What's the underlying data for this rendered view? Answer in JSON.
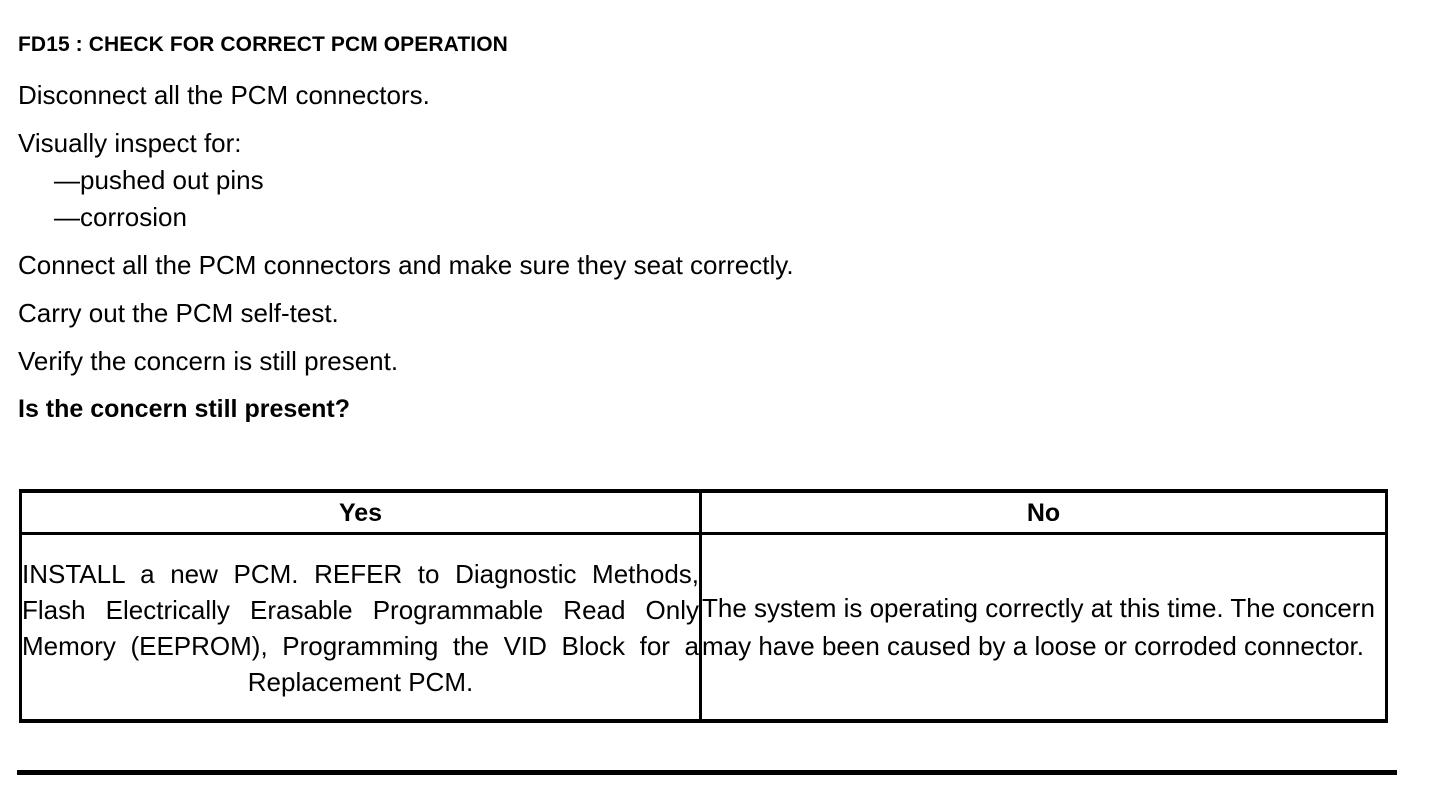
{
  "step": {
    "title": "FD15 : CHECK FOR CORRECT PCM OPERATION"
  },
  "instructions": [
    {
      "text": "Disconnect all the PCM connectors.",
      "style": "normal"
    },
    {
      "text": "Visually inspect for:",
      "style": "normal-tight"
    },
    {
      "text": "—pushed out pins",
      "style": "sub"
    },
    {
      "text": "—corrosion",
      "style": "sub-last"
    },
    {
      "text": "Connect all the PCM connectors and make sure they seat correctly.",
      "style": "normal"
    },
    {
      "text": "Carry out the PCM self-test.",
      "style": "normal"
    },
    {
      "text": "Verify the concern is still present.",
      "style": "normal"
    },
    {
      "text": "Is the concern still present?",
      "style": "bold"
    }
  ],
  "decision_table": {
    "headers": {
      "yes": "Yes",
      "no": "No"
    },
    "answers": {
      "yes": "INSTALL a new PCM. REFER to Diagnostic Methods, Flash Electrically Erasable Programmable Read Only Memory (EEPROM), Programming the VID Block for a Replacement PCM.",
      "no": "The system is operating correctly at this time. The concern may have been caused by a loose or corroded connector."
    }
  },
  "colors": {
    "text": "#000000",
    "background": "#ffffff",
    "rule": "#000000"
  }
}
